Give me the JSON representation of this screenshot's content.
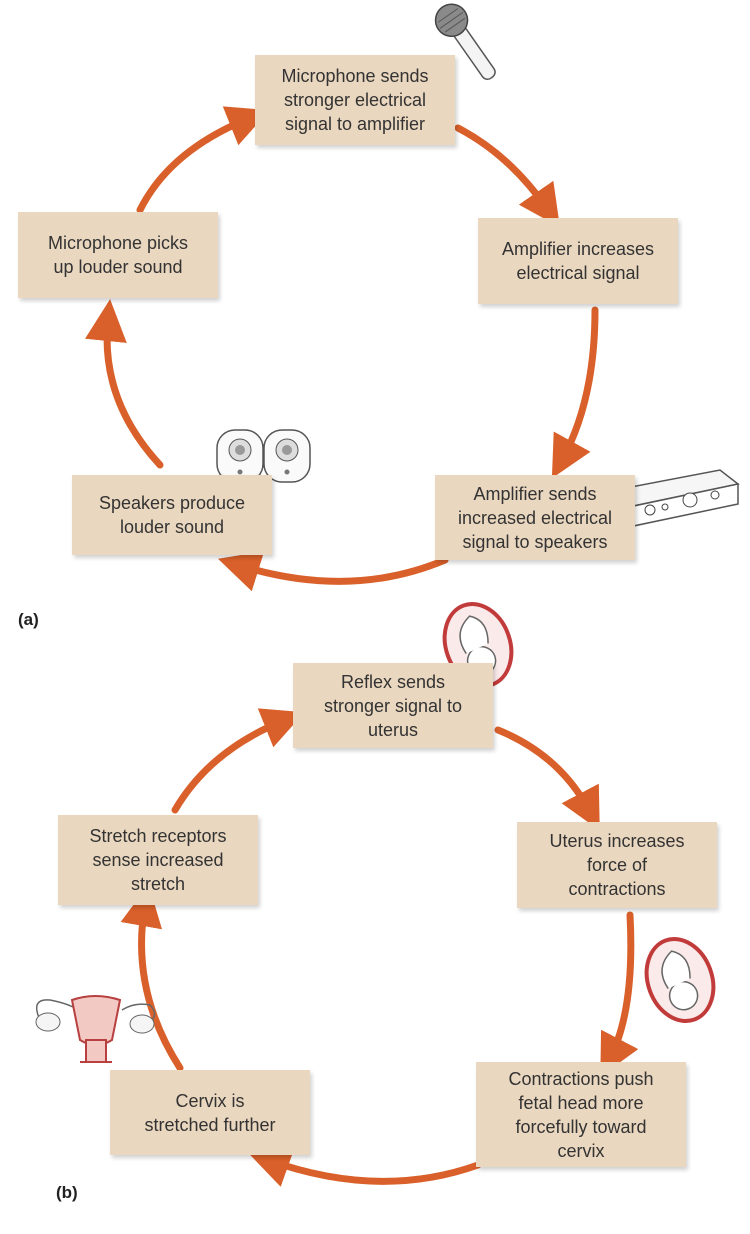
{
  "panel_a": {
    "label": "(a)",
    "nodes": [
      {
        "id": "mic_sends",
        "text": "Microphone sends\nstronger electrical\nsignal to amplifier"
      },
      {
        "id": "amp_increases",
        "text": "Amplifier increases\nelectrical signal"
      },
      {
        "id": "amp_sends",
        "text": "Amplifier sends\nincreased electrical\nsignal to speakers"
      },
      {
        "id": "speakers",
        "text": "Speakers produce\nlouder sound"
      },
      {
        "id": "mic_picks",
        "text": "Microphone picks\nup louder sound"
      }
    ],
    "icons": [
      "microphone-icon",
      "amplifier-icon",
      "speakers-icon"
    ]
  },
  "panel_b": {
    "label": "(b)",
    "nodes": [
      {
        "id": "reflex",
        "text": "Reflex sends\nstronger signal to\nuterus"
      },
      {
        "id": "uterus_increases",
        "text": "Uterus increases\nforce of\ncontractions"
      },
      {
        "id": "contractions",
        "text": "Contractions push\nfetal head more\nforcefully toward\ncervix"
      },
      {
        "id": "cervix",
        "text": "Cervix is\nstretched further"
      },
      {
        "id": "stretch",
        "text": "Stretch receptors\nsense increased\nstretch"
      }
    ],
    "icons": [
      "fetus-in-uterus-icon",
      "fetus-in-uterus-icon",
      "uterus-anatomy-icon"
    ]
  },
  "colors": {
    "arrow": "#d9602a",
    "box": "#ead7bf",
    "text": "#333333"
  }
}
